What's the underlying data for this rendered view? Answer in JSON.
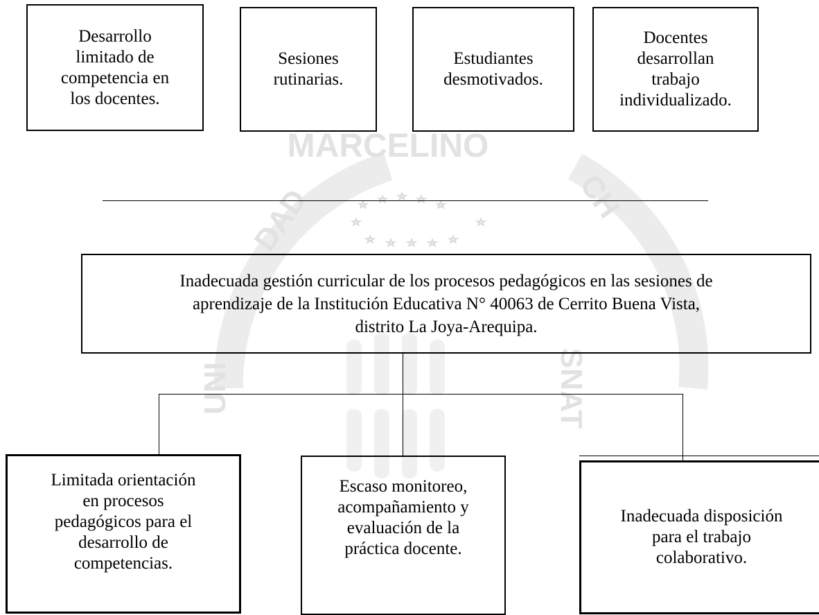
{
  "watermark": {
    "top_text": "MARCELINO",
    "left_text": "UNI",
    "right_text": "SNAT",
    "arc_left": "DAD",
    "arc_right": "CH"
  },
  "effects": [
    "Desarrollo\nlimitado de\ncompetencia en\nlos docentes.",
    "Sesiones\nrutinarias.",
    "Estudiantes\ndesmotivados.",
    "Docentes\ndesarrollan\ntrabajo\nindividualizado."
  ],
  "problem": "Inadecuada gestión curricular de los procesos pedagógicos en las sesiones de\naprendizaje de la Institución Educativa N° 40063 de Cerrito Buena Vista,\ndistrito La Joya-Arequipa.",
  "causes": [
    "Limitada orientación\nen procesos\npedagógicos para el\ndesarrollo de\ncompetencias.",
    "Escaso monitoreo,\nacompañamiento y\nevaluación de la\npráctica docente.",
    "Inadecuada disposición\npara el trabajo\ncolaborativo."
  ]
}
